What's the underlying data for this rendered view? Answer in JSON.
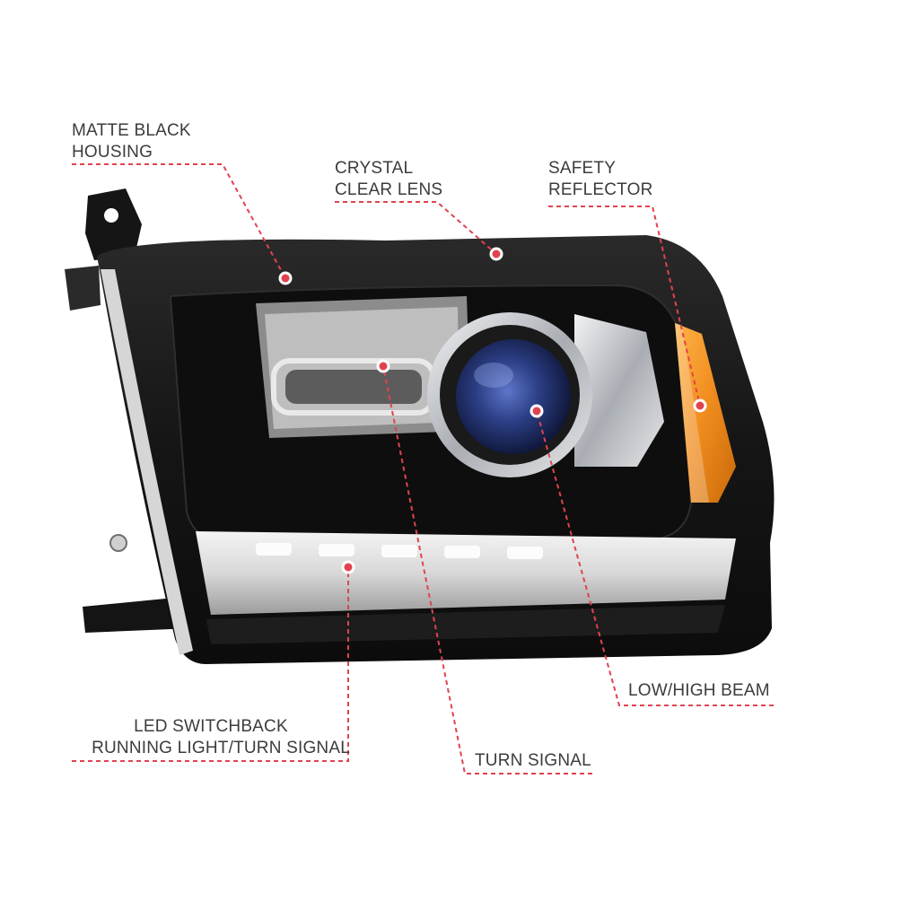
{
  "callouts": {
    "housing": {
      "lines": [
        "MATTE BLACK",
        "HOUSING"
      ]
    },
    "lens": {
      "lines": [
        "CRYSTAL",
        "CLEAR LENS"
      ]
    },
    "reflector": {
      "lines": [
        "SAFETY",
        "REFLECTOR"
      ]
    },
    "beam": {
      "lines": [
        "LOW/HIGH BEAM"
      ]
    },
    "led": {
      "lines": [
        "LED SWITCHBACK",
        "RUNNING LIGHT/TURN SIGNAL"
      ]
    },
    "turn": {
      "lines": [
        "TURN SIGNAL"
      ]
    }
  },
  "colors": {
    "leader": "#e0434f",
    "housing": "#141414",
    "amber": "#f08c1e",
    "chrome": "#c9ccd1",
    "lens_blue": "#2c3f86"
  }
}
